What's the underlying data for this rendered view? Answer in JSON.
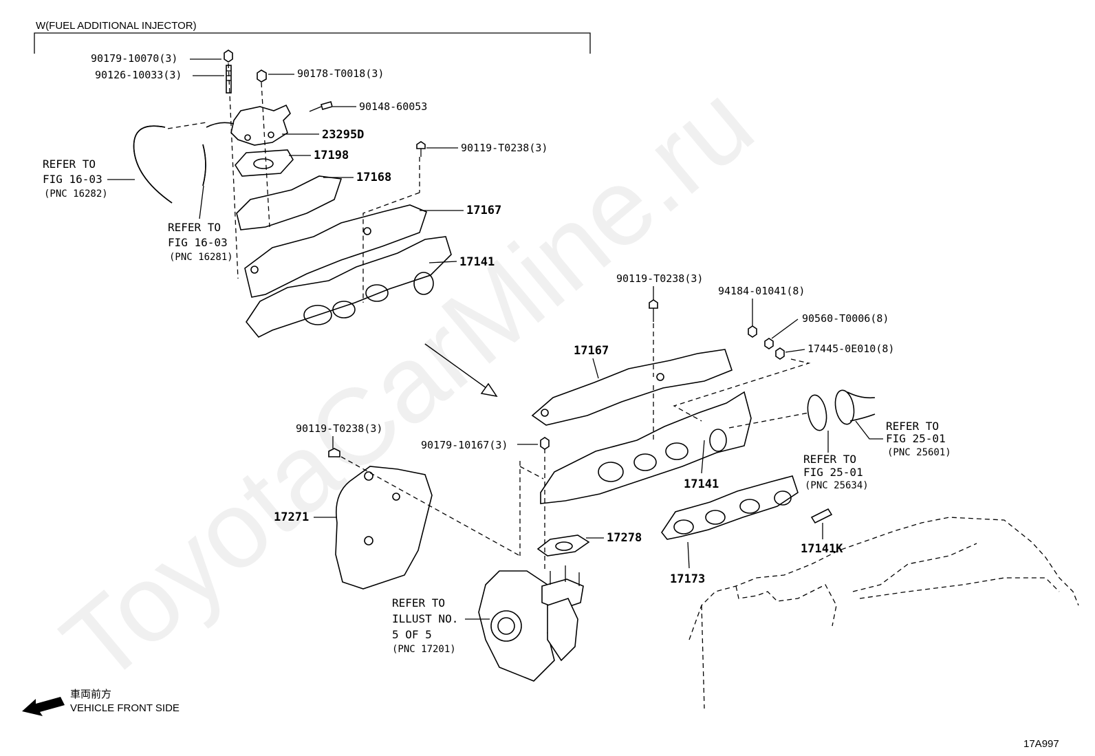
{
  "header": {
    "variant_label": "W(FUEL ADDITIONAL INJECTOR)"
  },
  "watermark": "ToyotaCarMine.ru",
  "figure_code": "17A997",
  "orientation": {
    "text_jp": "車両前方",
    "text_en": "VEHICLE FRONT SIDE"
  },
  "parts": {
    "p_90179_10070": "90179-10070(3)",
    "p_90126_10033": "90126-10033(3)",
    "p_90178_T0018": "90178-T0018(3)",
    "p_90148_60053": "90148-60053",
    "p_23295D": "23295D",
    "p_17198": "17198",
    "p_90119_T0238_a": "90119-T0238(3)",
    "p_17168": "17168",
    "p_17167_a": "17167",
    "p_17141_a": "17141",
    "p_90119_T0238_b": "90119-T0238(3)",
    "p_94184_01041": "94184-01041(8)",
    "p_90560_T0006": "90560-T0006(8)",
    "p_17445_0E010": "17445-0E010(8)",
    "p_17167_b": "17167",
    "p_90119_T0238_c": "90119-T0238(3)",
    "p_90179_10167": "90179-10167(3)",
    "p_17141_b": "17141",
    "p_17271": "17271",
    "p_17278": "17278",
    "p_17141K": "17141K",
    "p_17173": "17173"
  },
  "references": {
    "r1": {
      "l1": "REFER TO",
      "l2": "FIG 16-03",
      "l3": "(PNC 16282)"
    },
    "r2": {
      "l1": "REFER TO",
      "l2": "FIG 16-03",
      "l3": "(PNC 16281)"
    },
    "r3": {
      "l1": "REFER TO",
      "l2": "FIG 25-01",
      "l3": "(PNC 25601)"
    },
    "r4": {
      "l1": "REFER TO",
      "l2": "FIG 25-01",
      "l3": "(PNC 25634)"
    },
    "r5": {
      "l1": "REFER TO",
      "l2": "ILLUST NO.",
      "l3": "5 OF 5",
      "l4": "(PNC 17201)"
    }
  }
}
